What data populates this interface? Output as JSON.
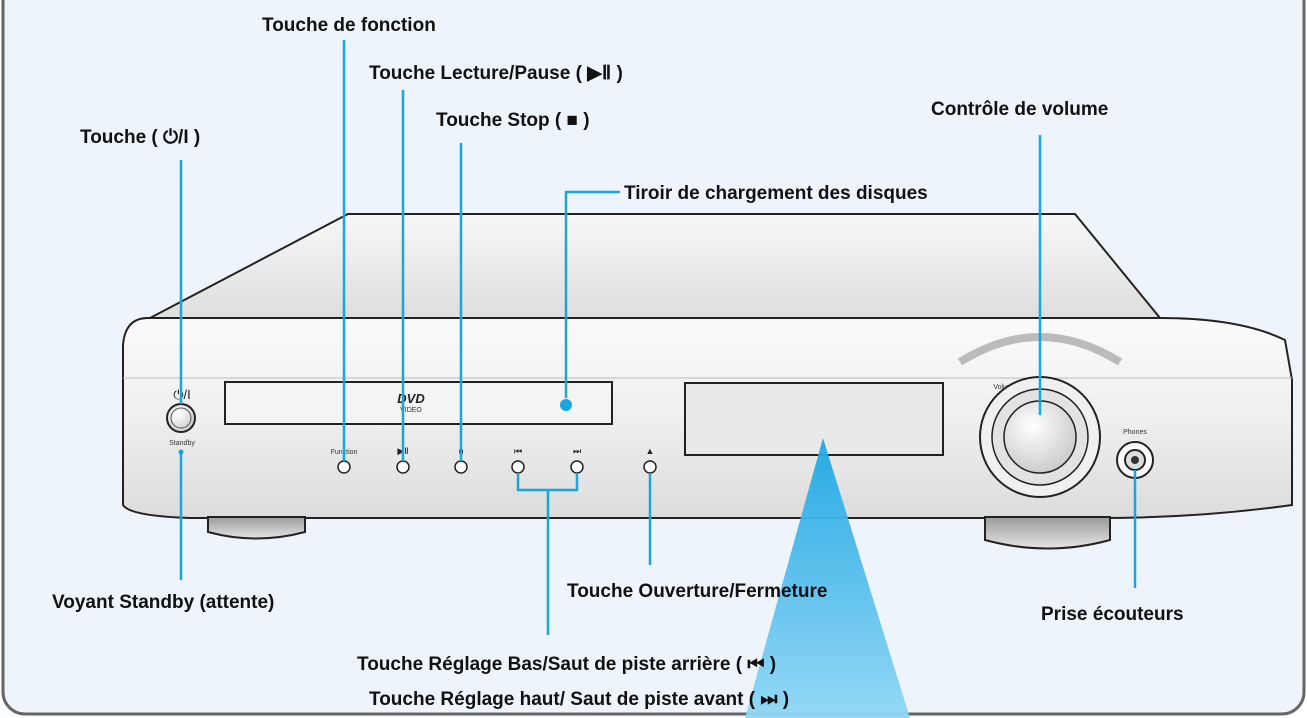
{
  "labels": {
    "function_button": "Touche de fonction",
    "play_pause_button": "Touche Lecture/Pause ( ▶Ⅱ )",
    "stop_button": "Touche Stop ( ■ )",
    "power_button": "Touche ( ⏻/I )",
    "volume_control": "Contrôle de volume",
    "disc_tray": "Tiroir de chargement des disques",
    "standby_indicator": "Voyant Standby (attente)",
    "open_close_button": "Touche Ouverture/Fermeture",
    "headphone_jack": "Prise écouteurs",
    "tuning_down_skip_back": "Touche Réglage Bas/Saut de piste arrière ( ⏮ )",
    "tuning_up_skip_forward": "Touche Réglage haut/ Saut de piste avant ( ⏭ )"
  },
  "panel": {
    "power_symbol": "⏻/I",
    "standby": "Standby",
    "function": "Function",
    "play_pause_symbol": "▶Ⅱ",
    "stop_symbol": "■",
    "prev_symbol": "⏮",
    "next_symbol": "⏭",
    "eject_symbol": "▲",
    "dvd_logo": "DVD",
    "dvd_sub": "VIDEO",
    "volume": "Volume",
    "phones": "Phones"
  },
  "colors": {
    "background": "#eef4fb",
    "leader_line": "#1aa6dc",
    "beam": "#3db6ea",
    "frame_border": "#666666"
  }
}
